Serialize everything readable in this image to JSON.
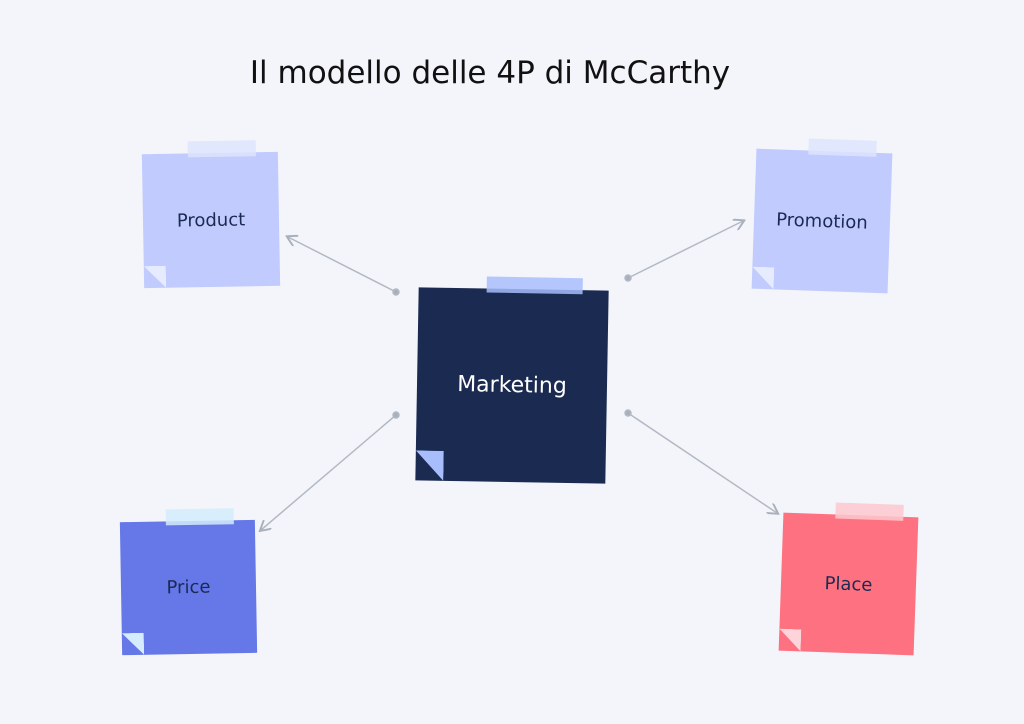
{
  "title": "Il modello delle 4P di McCarthy",
  "center": {
    "label": "Marketing",
    "color": "#1a2a50"
  },
  "nodes": [
    {
      "label": "Product",
      "color": "#c1cbfd"
    },
    {
      "label": "Promotion",
      "color": "#c1cbfd"
    },
    {
      "label": "Price",
      "color": "#6677e8"
    },
    {
      "label": "Place",
      "color": "#fd7180"
    }
  ]
}
